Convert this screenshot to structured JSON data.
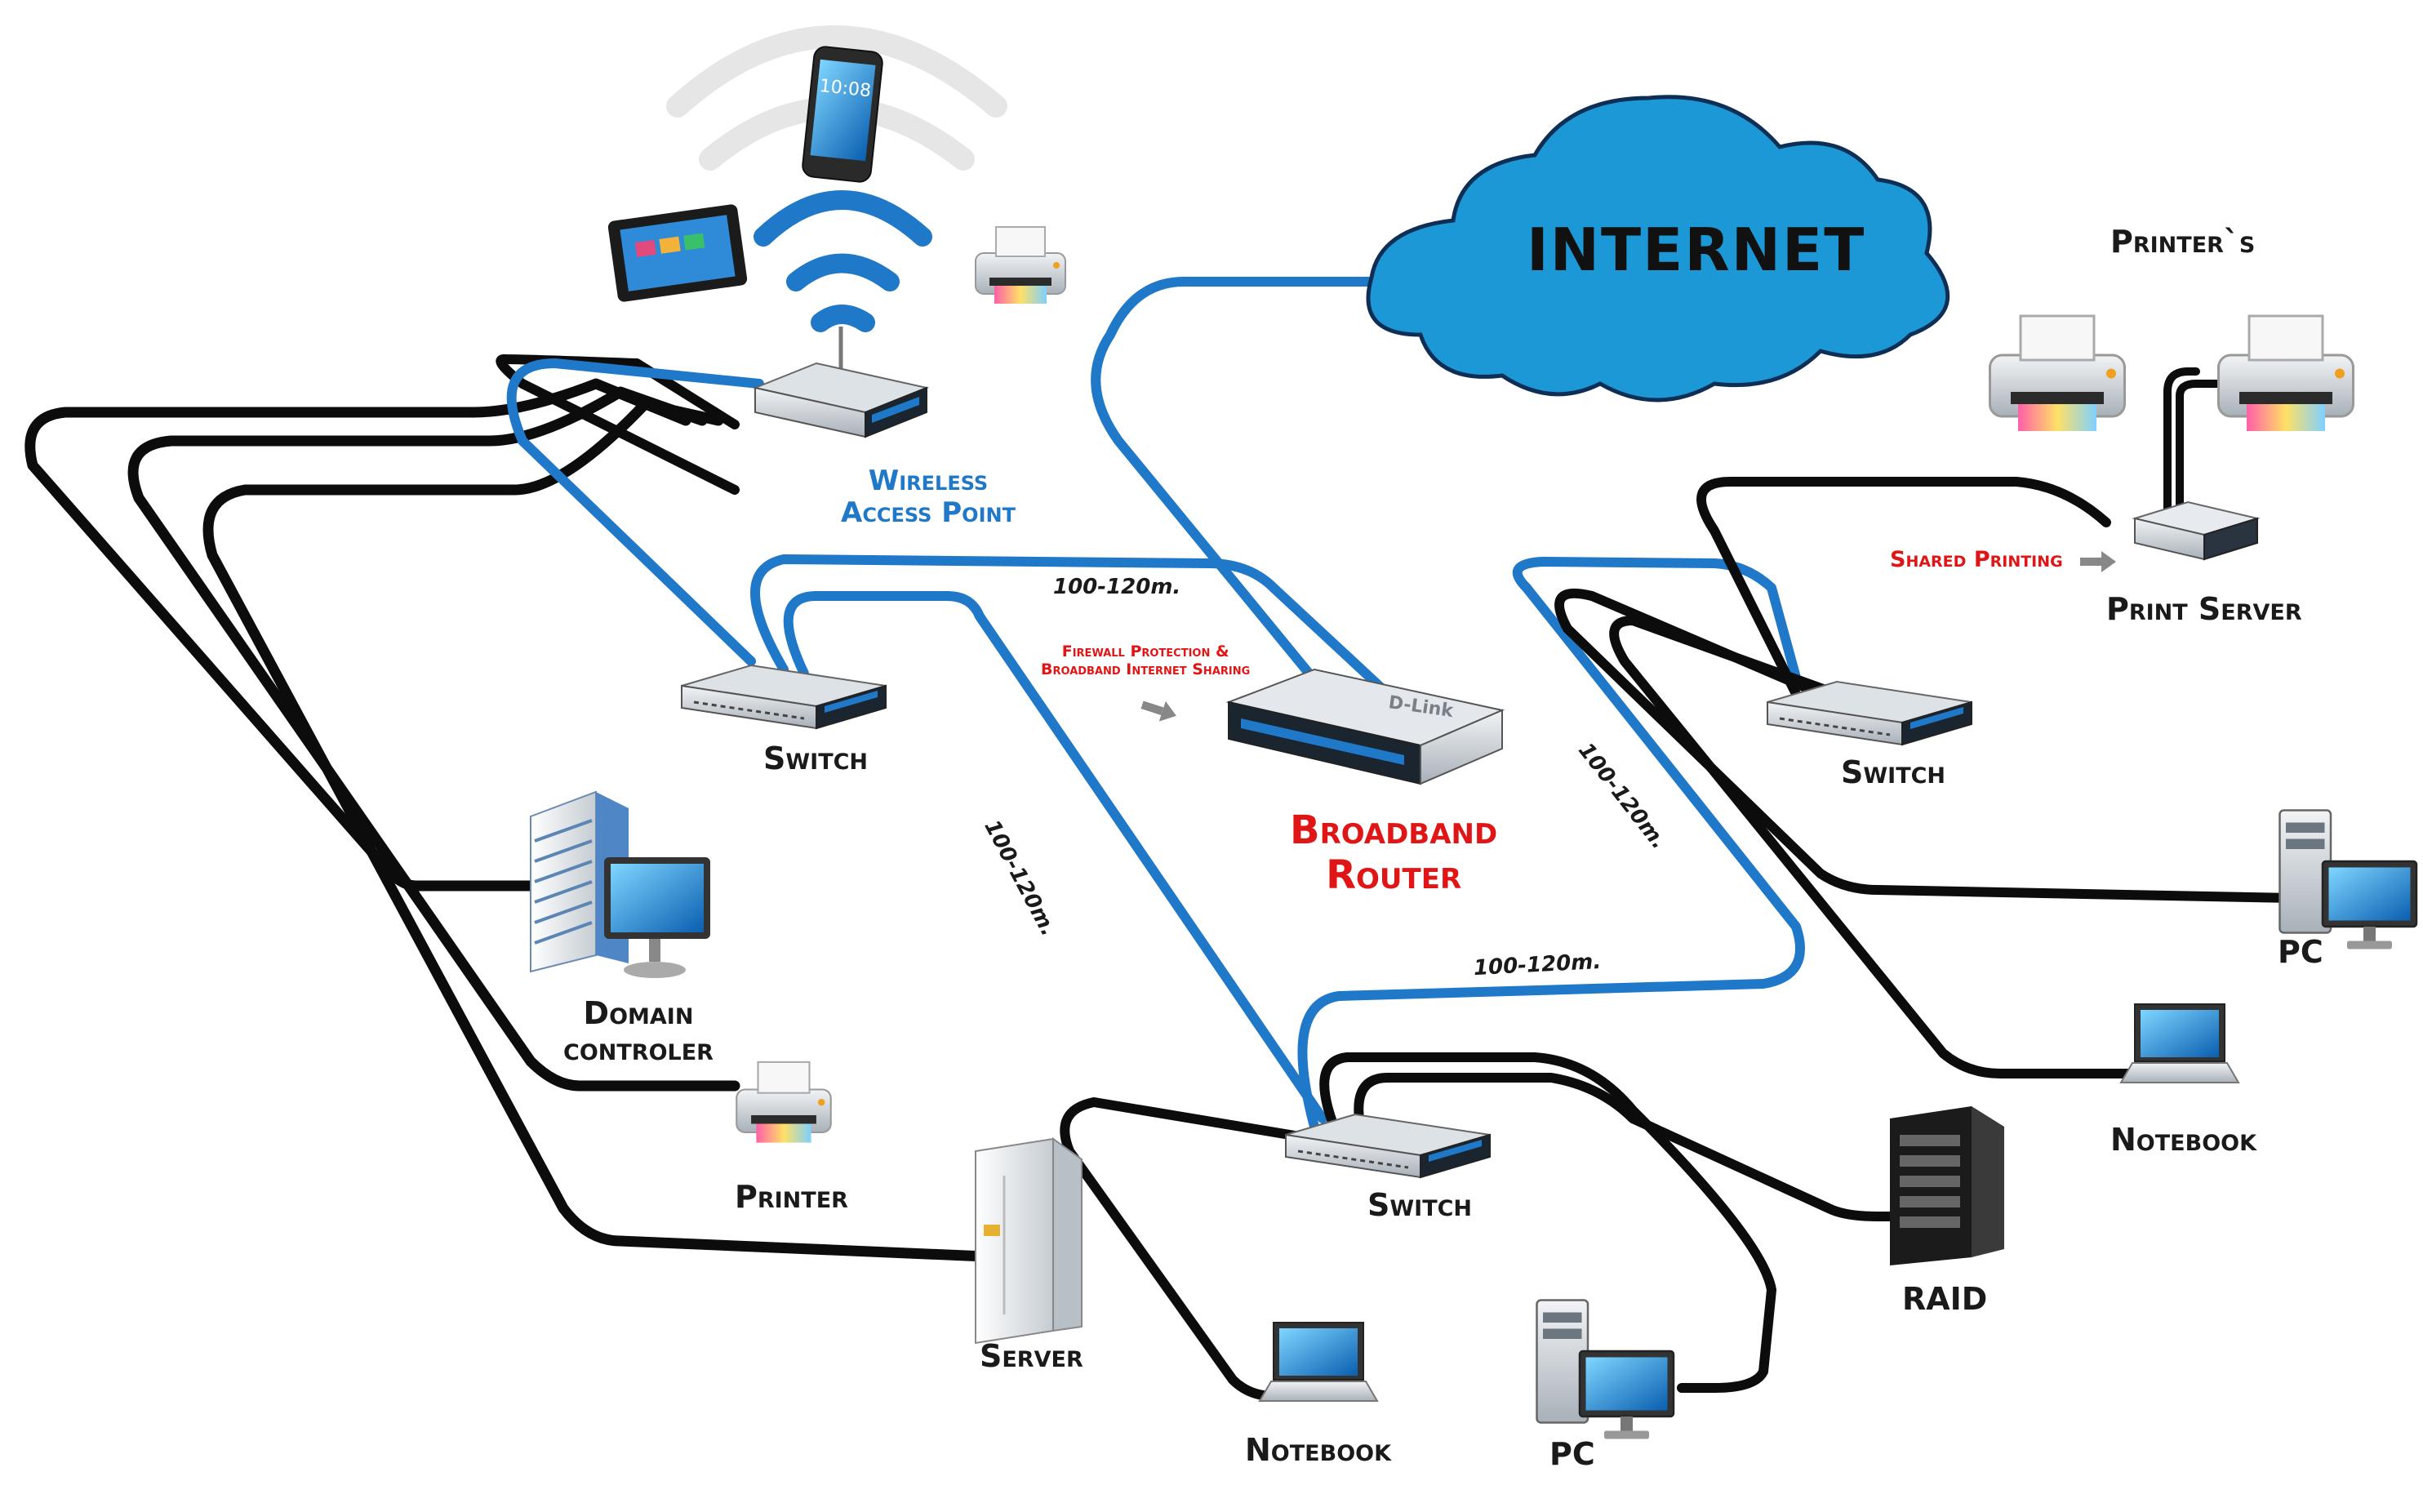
{
  "colors": {
    "background": "#ffffff",
    "blue_cable": "#1f78c8",
    "black_cable": "#0c0c0c",
    "cloud": "#1d98d6",
    "label_dark": "#1a1a1a",
    "label_blue": "#1f78c8",
    "label_red": "#e01616"
  },
  "labels": {
    "internet": "INTERNET",
    "wireless_access_point": [
      "Wireless",
      "Access Point"
    ],
    "broadband_router": [
      "Broadband",
      "Router"
    ],
    "firewall": [
      "Firewall Protection &",
      "Broadband Internet Sharing"
    ],
    "switch_left": "Switch",
    "switch_right": "Switch",
    "switch_bottom": "Switch",
    "domain_controller": [
      "Domain",
      "controler"
    ],
    "printer": "Printer",
    "server": "Server",
    "notebook_bottom": "Notebook",
    "pc_bottom": "PC",
    "raid": "RAID",
    "pc_right": "PC",
    "notebook_right": "Notebook",
    "printers": "Printer`s",
    "print_server": "Print Server",
    "shared_printing": "Shared Printing"
  },
  "distances": {
    "top": "100-120m.",
    "diagonal_left": "100-120m.",
    "diagonal_right": "100-120m.",
    "bottom": "100-120m."
  },
  "icons": {
    "smartphone": "smartphone-icon",
    "tablet": "tablet-icon",
    "wifi": "wifi-signal-icon",
    "access_point": "wireless-access-point-icon",
    "router": "broadband-router-icon",
    "switch": "network-switch-icon",
    "printer": "printer-icon",
    "print_server": "print-server-icon",
    "domain_controller": "domain-controller-icon",
    "server": "server-tower-icon",
    "notebook": "notebook-icon",
    "pc": "desktop-pc-icon",
    "raid": "raid-storage-icon",
    "cloud": "internet-cloud-icon"
  }
}
